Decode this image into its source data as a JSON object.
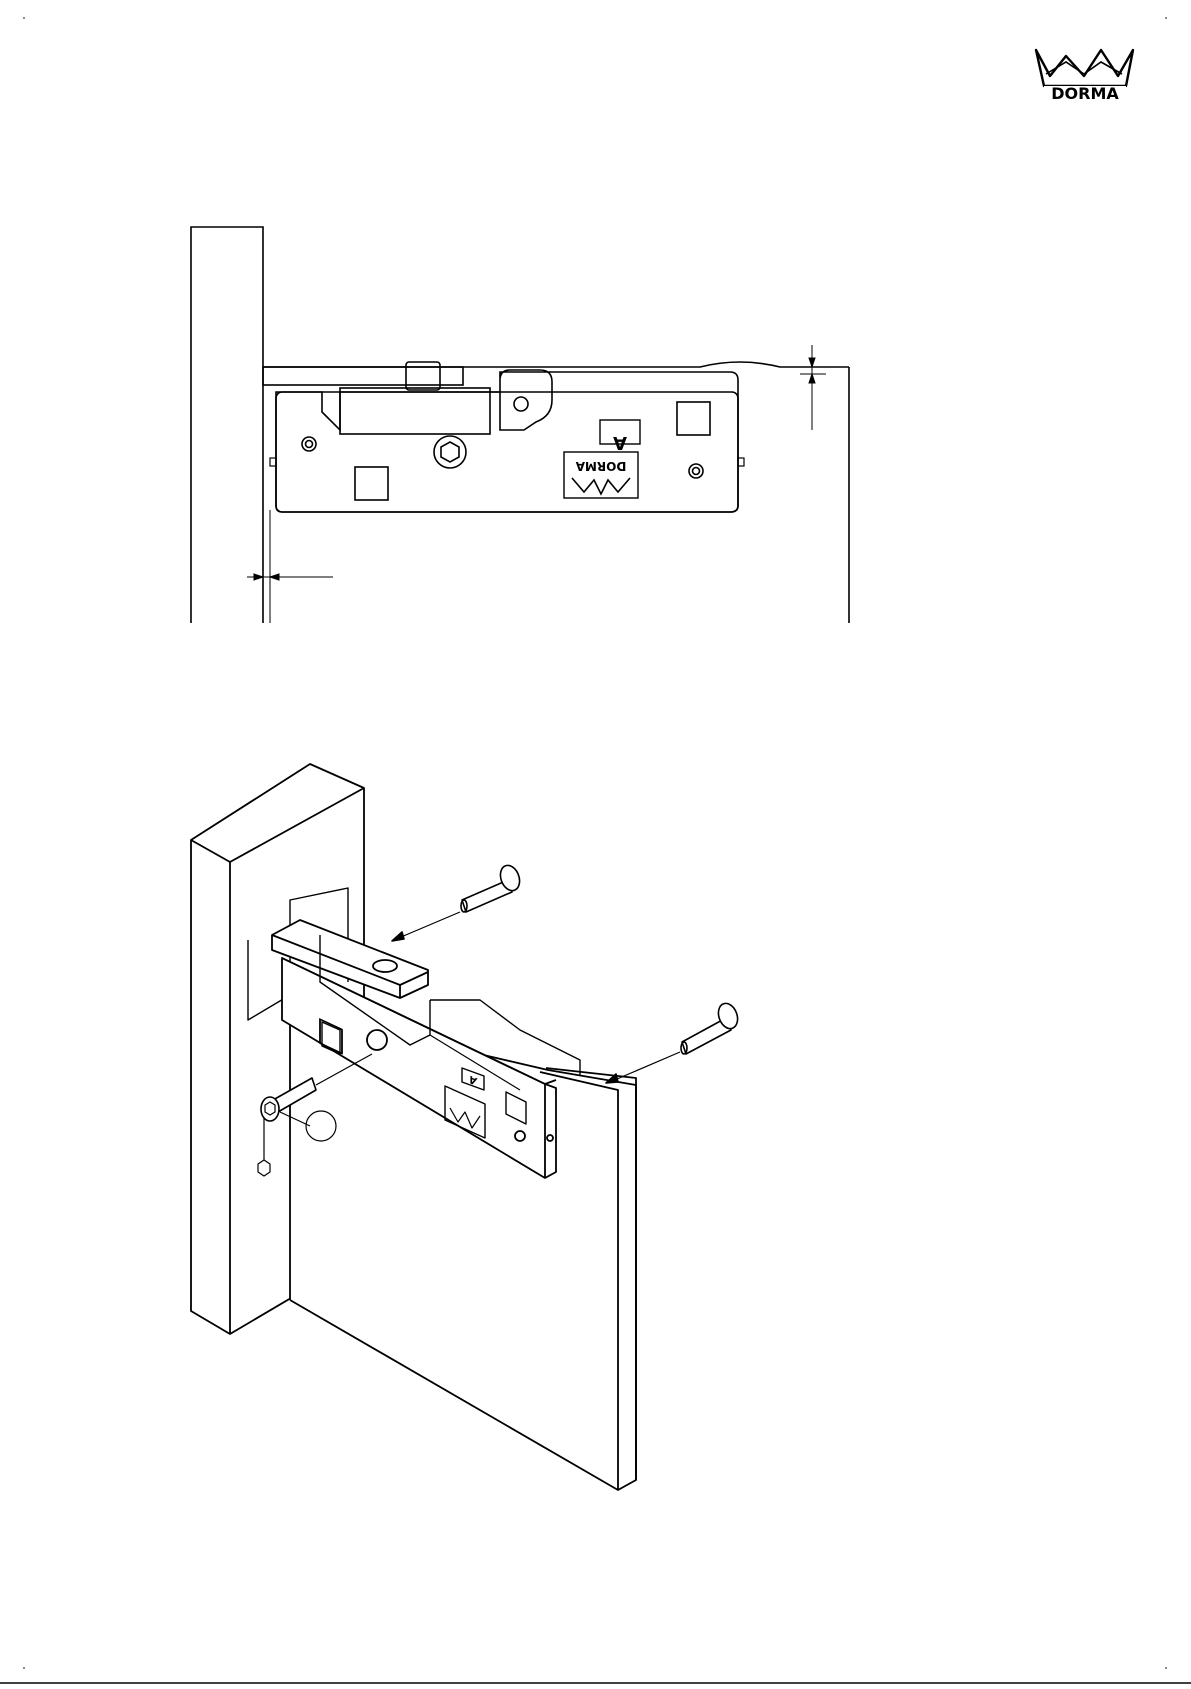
{
  "brand": {
    "logo_text": "DORMA",
    "plate_logo_text": "DORMA",
    "plate_label": "A",
    "iso_plate_label": "A"
  },
  "colors": {
    "ink": "#000000",
    "paper": "#ffffff"
  },
  "icons": {
    "logo": "dorma-crown-logo-icon",
    "screw": "hex-socket-screw-icon",
    "hex_key": "hex-key-icon"
  }
}
